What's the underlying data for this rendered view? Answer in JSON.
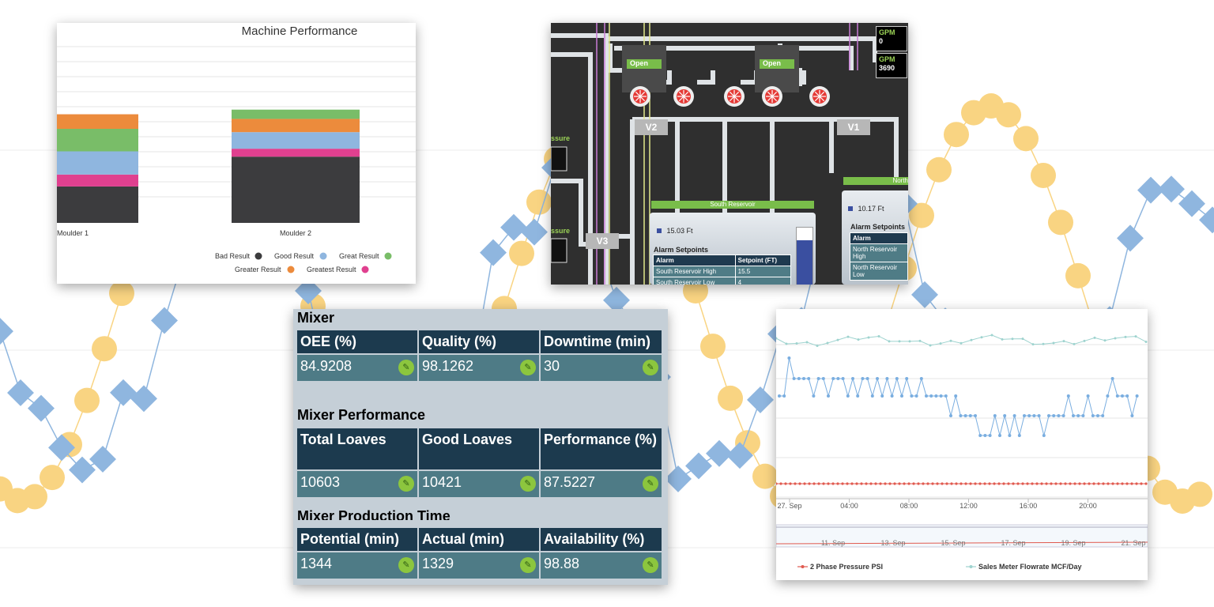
{
  "colors": {
    "bg_orange": "#f9d482",
    "bg_blue": "#8fb6df",
    "bad": "#3c3c3e",
    "good": "#8fb6df",
    "great": "#79bd68",
    "greater": "#ec8b3c",
    "greatest": "#e0408f"
  },
  "machine_chart": {
    "chart_data": {
      "type": "bar",
      "title": "Machine Performance",
      "categories": [
        "Moulder 1",
        "Moulder 2"
      ],
      "series": [
        {
          "name": "Bad Result",
          "values": [
            55,
            100
          ]
        },
        {
          "name": "Greatest Result",
          "values": [
            18,
            12
          ]
        },
        {
          "name": "Good Result",
          "values": [
            35,
            25
          ]
        },
        {
          "name": "Great Result",
          "values": [
            34,
            0
          ]
        },
        {
          "name": "Greater Result",
          "values": [
            22,
            20
          ]
        },
        {
          "name": "Great Result",
          "values": [
            0,
            14
          ]
        }
      ]
    },
    "legend": [
      {
        "label": "Bad Result",
        "color": "#3c3c3e"
      },
      {
        "label": "Good Result",
        "color": "#8fb6df"
      },
      {
        "label": "Great Result",
        "color": "#79bd68"
      },
      {
        "label": "Greater Result",
        "color": "#ec8b3c"
      },
      {
        "label": "Greatest Result",
        "color": "#e0408f"
      }
    ]
  },
  "scada": {
    "gpm_label_1": "GPM",
    "gpm_value_1": "0",
    "gpm_label_2": "GPM",
    "gpm_value_2": "3690",
    "open_1": "Open",
    "open_2": "Open",
    "valve_v1": "V1",
    "valve_v2": "V2",
    "valve_v3": "V3",
    "pressure_1": "ssure",
    "pressure_2": "ssure",
    "south_title": "South Reservoir",
    "south_level": "15.03 Ft",
    "south_setpoints_title": "Alarm Setpoints",
    "south_table_head": [
      "Alarm",
      "Setpoint (FT)"
    ],
    "south_rows": [
      [
        "South Reservoir High",
        "15.5"
      ],
      [
        "South Reservoir Low",
        "4"
      ]
    ],
    "north_title": "North",
    "north_level": "10.17 Ft",
    "north_setpoints_title": "Alarm Setpoints",
    "north_table_head": "Alarm",
    "north_rows": [
      "North Reservoir High",
      "North Reservoir Low"
    ]
  },
  "mixer": {
    "title": "Mixer",
    "row1_heads": [
      "OEE (%)",
      "Quality (%)",
      "Downtime (min)"
    ],
    "row1_vals": [
      "84.9208",
      "98.1262",
      "30"
    ],
    "perf_title": "Mixer Performance",
    "row2_heads": [
      "Total Loaves",
      "Good Loaves",
      "Performance (%)"
    ],
    "row2_vals": [
      "10603",
      "10421",
      "87.5227"
    ],
    "time_title": "Mixer Production Time",
    "row3_heads": [
      "Potential (min)",
      "Actual (min)",
      "Availability (%)"
    ],
    "row3_vals": [
      "1344",
      "1329",
      "98.88"
    ],
    "edit_icon": "pencil-icon"
  },
  "trend": {
    "x_ticks": [
      "27. Sep",
      "04:00",
      "08:00",
      "12:00",
      "16:00",
      "20:00"
    ],
    "nav_ticks": [
      "11. Sep",
      "13. Sep",
      "15. Sep",
      "17. Sep",
      "19. Sep",
      "21. Sep"
    ],
    "legend_1": "2 Phase Pressure PSI",
    "legend_2": "Sales Meter Flowrate MCF/Day",
    "color_1": "#e05a4f",
    "color_2": "#9ed3cf",
    "color_3": "#7aaee0"
  }
}
